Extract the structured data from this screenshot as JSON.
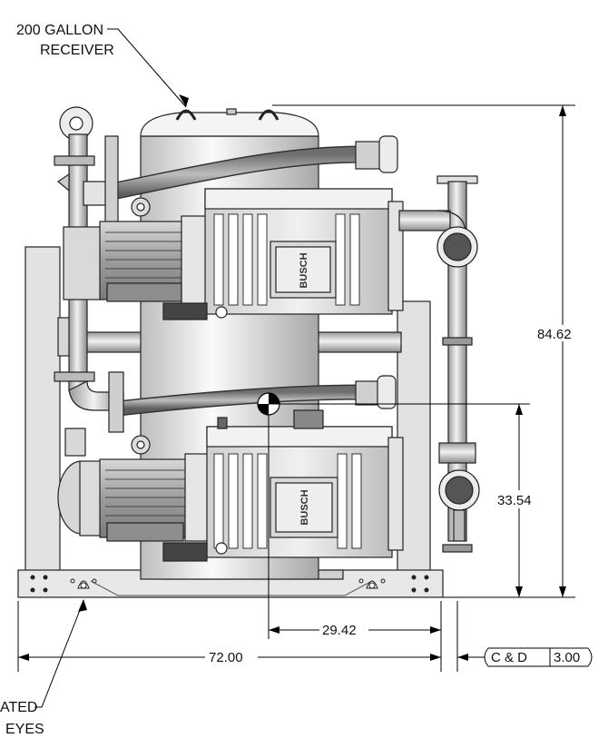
{
  "labels": {
    "receiver_line1": "200 GALLON",
    "receiver_line2": "RECEIVER",
    "lift_line1": "ATED",
    "lift_line2": "EYES",
    "brand": "BUSCH"
  },
  "dimensions": {
    "overall_height": "84.62",
    "outlet_height": "33.54",
    "center_offset": "29.42",
    "overall_width": "72.00",
    "connection_label": "C & D",
    "connection_size": "3.00"
  },
  "colors": {
    "metal_light": "#e6e6e6",
    "metal_mid": "#c4c4c4",
    "metal_dark": "#6a6a6a",
    "outline": "#222222",
    "hose": "#9a9a9a"
  }
}
